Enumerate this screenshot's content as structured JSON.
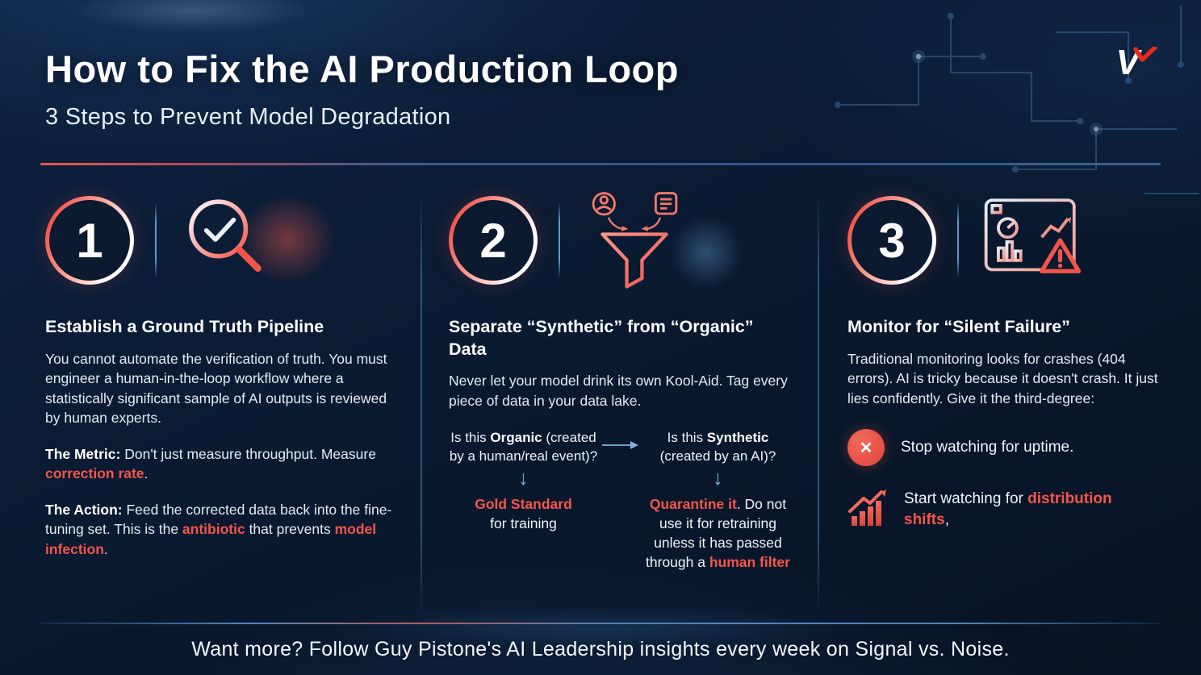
{
  "meta": {
    "accent_red": "#f4564a",
    "accent_blue": "#5b9bd1",
    "background": "#0a1a31"
  },
  "brand": {
    "logo_text": "V"
  },
  "header": {
    "title": "How to Fix the AI Production Loop",
    "subtitle": "3 Steps to Prevent Model Degradation"
  },
  "symbols": {
    "down_arrow": "↓",
    "x_mark": "✕"
  },
  "steps": [
    {
      "number": "1",
      "icon": "magnifier-check-icon",
      "heading": "Establish a Ground Truth Pipeline",
      "body": "You cannot automate the verification of truth. You must engineer a human-in-the-loop workflow where a statistically significant sample of AI outputs is reviewed by human experts.",
      "metric": {
        "label": "The Metric:",
        "text_before": " Don't just measure throughput. Measure ",
        "highlight": "correction rate",
        "text_after": "."
      },
      "action": {
        "label": "The Action:",
        "text_before": " Feed the corrected data back into the fine-tuning set. This is the ",
        "highlight1": "antibiotic",
        "text_mid": " that prevents ",
        "highlight2": "model infection",
        "text_after": "."
      }
    },
    {
      "number": "2",
      "icon": "funnel-filter-icon",
      "heading": "Separate “Synthetic” from “Organic” Data",
      "body": "Never let your model drink its own Kool-Aid. Tag every piece of data in your data lake.",
      "flow": {
        "left_question": {
          "prefix": "Is this ",
          "bold": "Organic",
          "suffix": " (created by a human/real event)?"
        },
        "right_question": {
          "prefix": "Is this ",
          "bold": "Synthetic",
          "suffix": " (created by an AI)?"
        },
        "left_result": {
          "highlight": "Gold Standard",
          "text": " for training"
        },
        "right_result": {
          "highlight1": "Quarantine it",
          "text_mid": ". Do not use it for retraining unless it has passed through a ",
          "highlight2": "human filter"
        }
      }
    },
    {
      "number": "3",
      "icon": "dashboard-alert-icon",
      "heading": "Monitor for “Silent Failure”",
      "body": "Traditional monitoring looks for crashes (404 errors). AI is tricky because it doesn't crash. It just lies confidently. Give it the third-degree:",
      "items": [
        {
          "icon": "x-circle-icon",
          "text": "Stop watching for uptime."
        },
        {
          "icon": "chart-up-icon",
          "text_before": "Start watching for ",
          "highlight": "distribution shifts",
          "text_after": ","
        }
      ]
    }
  ],
  "footer": {
    "text": "Want more? Follow Guy Pistone's AI Leadership insights every week on Signal vs. Noise."
  }
}
